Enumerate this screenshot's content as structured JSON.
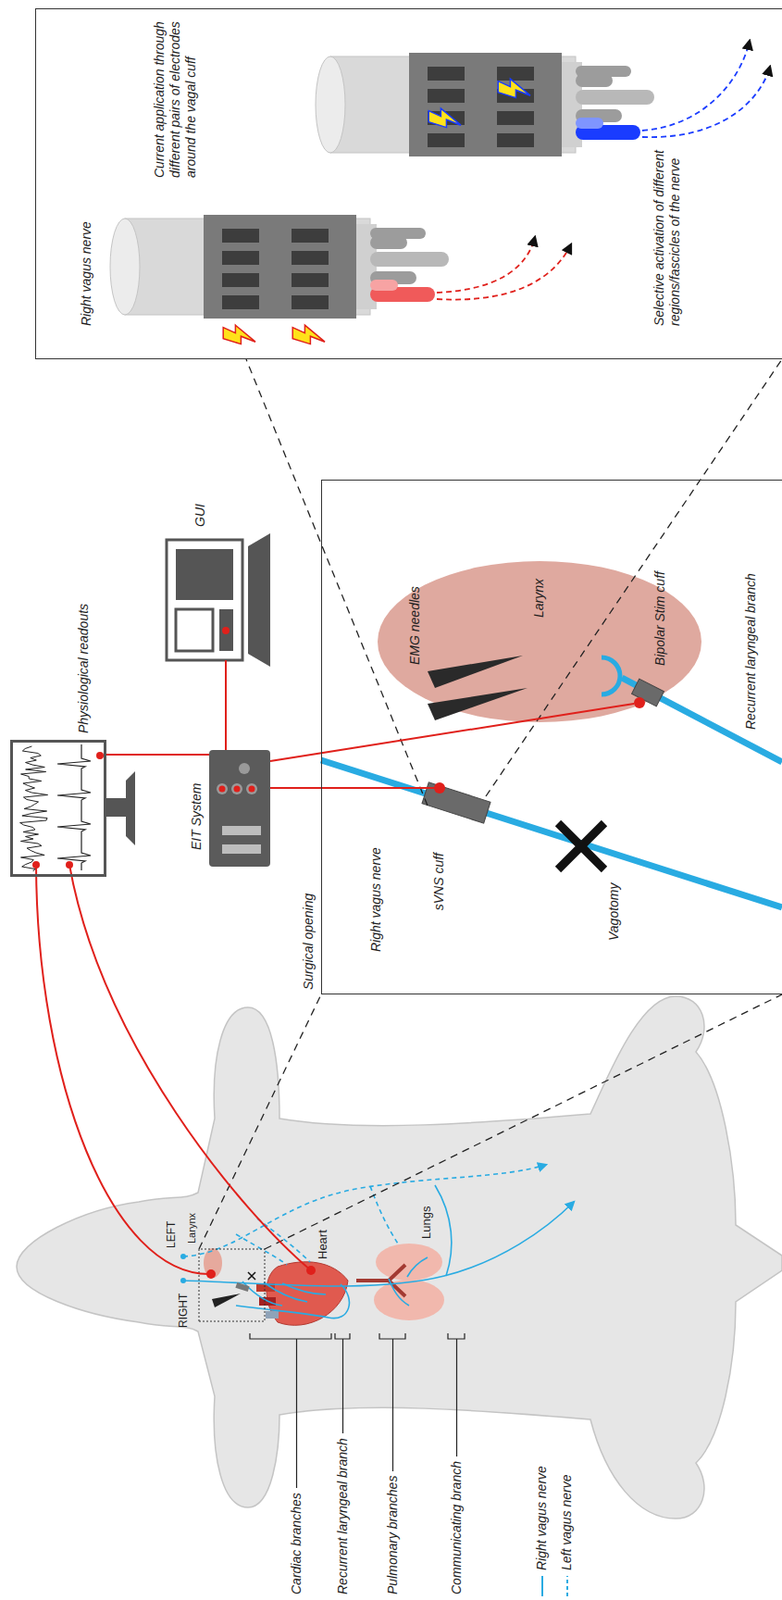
{
  "diagram": {
    "nodes": [
      {
        "text": [
          "Physiological readouts"
        ]
      },
      {
        "text": [
          "GUI"
        ]
      },
      {
        "text": [
          "EIT System"
        ]
      },
      {
        "text": [
          "Surgical opening"
        ]
      },
      {
        "text": [
          "Larynx"
        ],
        "in": 3
      },
      {
        "text": [
          "sVNS cuff"
        ],
        "in": 3
      },
      {
        "text": [
          "Bipolar Stim cuff"
        ],
        "in": 3
      },
      {
        "text": [
          "Right vagus nerve",
          "Current application through different pairs of electrodes around the vagal cuff",
          "Selective activation of different regions/fascicles of the nerve"
        ]
      }
    ],
    "edges": [
      {
        "from": 2,
        "to": 0,
        "arrow": "none"
      },
      {
        "from": 2,
        "to": 1,
        "arrow": "none"
      },
      {
        "from": 2,
        "to": 5,
        "arrow": "none"
      },
      {
        "from": 2,
        "to": 6,
        "arrow": "none"
      }
    ],
    "labels": [
      "RIGHT",
      "LEFT",
      "Larynx",
      "Heart",
      "Lungs",
      "Cardiac branches",
      "Recurrent laryngeal branch",
      "Pulmonary branches",
      "Communicating branch",
      "Right vagus nerve",
      "EMG needles",
      "Vagotomy",
      "Recurrent laryngeal branch"
    ],
    "legend": [
      {
        "text": "Right vagus nerve"
      },
      {
        "text": "Left vagus nerve"
      }
    ]
  }
}
